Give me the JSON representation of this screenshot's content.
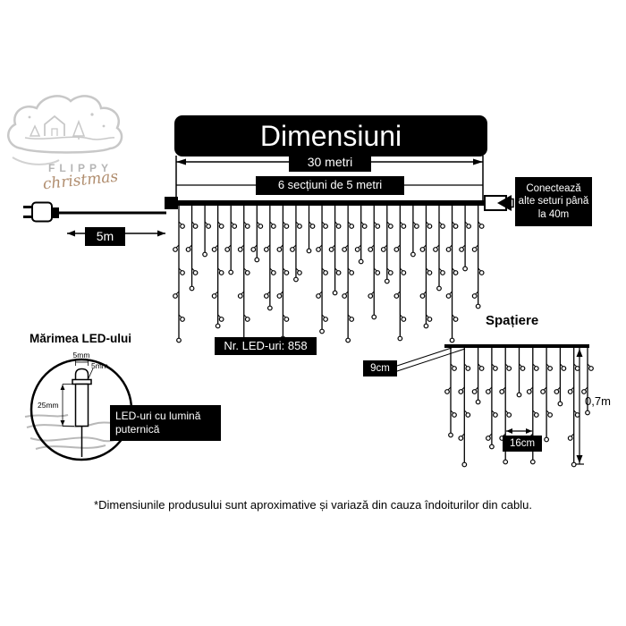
{
  "title": "Dimensiuni",
  "logo": {
    "name": "FLIPPY",
    "script": "christmas"
  },
  "main_diagram": {
    "total_length_label": "30 metri",
    "sections_label": "6 secțiuni de 5 metri",
    "lead_label": "5m",
    "connect_label": "Conectează alte seturi până la 40m",
    "led_count_label": "Nr. LED-uri: 858"
  },
  "spacing_diagram": {
    "heading": "Spațiere",
    "top_spacing": "9cm",
    "bottom_spacing": "16cm",
    "drop_height": "0,7m"
  },
  "led_detail": {
    "heading": "Mărimea LED-ului",
    "cap_width": "5mm",
    "body_width": "5mm",
    "body_height": "25mm",
    "note": "LED-uri cu lumină puternică"
  },
  "footnote": "*Dimensiunile produsului sunt aproximative și variază din cauza îndoiturilor din cablu.",
  "colors": {
    "ink": "#000000",
    "paper": "#ffffff",
    "logo_gray": "#c8c8c8",
    "logo_tan": "#b08d6e"
  }
}
